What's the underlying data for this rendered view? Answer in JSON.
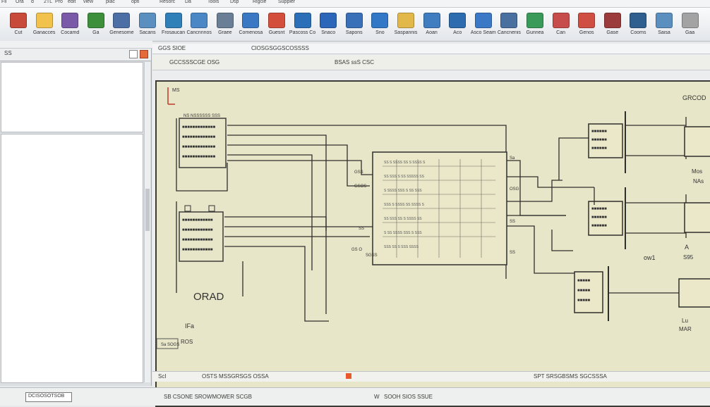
{
  "menu": [
    "Fil",
    "Ora",
    "d",
    "2TL",
    "Pro",
    "edit",
    "view",
    "plac",
    "opti",
    "Resorc",
    "Da",
    "Tools",
    "Dsp",
    "Rigcle",
    "Suppler"
  ],
  "toolbar_items": [
    {
      "icon": "scissors-icon",
      "label": "Cut",
      "color": "#c74a3a"
    },
    {
      "icon": "folder-icon",
      "label": "Ganacces",
      "color": "#f1c24c"
    },
    {
      "icon": "chip-icon",
      "label": "Cocamd",
      "color": "#7a5aa8"
    },
    {
      "icon": "pencil-icon",
      "label": "Ga",
      "color": "#3d8f3c"
    },
    {
      "icon": "gear-icon",
      "label": "Genesome",
      "color": "#4c6fa6"
    },
    {
      "icon": "wire-icon",
      "label": "Sacans",
      "color": "#5a8fbf"
    },
    {
      "icon": "net-icon",
      "label": "Frosaucan",
      "color": "#2f7fb8"
    },
    {
      "icon": "probe-icon",
      "label": "Cancnnnos",
      "color": "#4b87c4"
    },
    {
      "icon": "box-icon",
      "label": "Graee",
      "color": "#6a7f96"
    },
    {
      "icon": "layout-icon",
      "label": "Comenosa",
      "color": "#3b78c3"
    },
    {
      "icon": "route-icon",
      "label": "Guesnt",
      "color": "#d44f3b"
    },
    {
      "icon": "library-icon",
      "label": "Pascoss Co",
      "color": "#2b6fb8"
    },
    {
      "icon": "chart-icon",
      "label": "Snaco",
      "color": "#2c66b8"
    },
    {
      "icon": "doc-icon",
      "label": "Sapons",
      "color": "#3a70b8"
    },
    {
      "icon": "arrow-icon",
      "label": "Sno",
      "color": "#3278c6"
    },
    {
      "icon": "bulb-icon",
      "label": "Saspannis",
      "color": "#e2b84a"
    },
    {
      "icon": "link-icon",
      "label": "Aoan",
      "color": "#3f7cc0"
    },
    {
      "icon": "person-icon",
      "label": "Aco",
      "color": "#2d6cae"
    },
    {
      "icon": "monitor-icon",
      "label": "Asco Seam",
      "color": "#3b78c6"
    },
    {
      "icon": "panel-icon",
      "label": "Cancnenis",
      "color": "#4a70a0"
    },
    {
      "icon": "board-icon",
      "label": "Gunnea",
      "color": "#3a9a5a"
    },
    {
      "icon": "tag-icon",
      "label": "Can",
      "color": "#c74c4c"
    },
    {
      "icon": "car-icon",
      "label": "Genos",
      "color": "#cf4f42"
    },
    {
      "icon": "bag-icon",
      "label": "Gase",
      "color": "#9c3b3b"
    },
    {
      "icon": "glasses-icon",
      "label": "Cooms",
      "color": "#2f5f8e"
    },
    {
      "icon": "cloud-icon",
      "label": "Saisa",
      "color": "#5a8fc0"
    },
    {
      "icon": "lock-icon",
      "label": "Gaa",
      "color": "#a3a3a3"
    }
  ],
  "left_panel": {
    "header": "SS",
    "bottom_label": "DCISOSOTSOB"
  },
  "canvas": {
    "toolbar_left": "GGS SIOE",
    "toolbar_mid": "ClOSGSGGSCOSSSS",
    "doc_title": "GCCSSSCGE OSG",
    "doc_tab": "BSAS ssS CSC",
    "status_left": "ScI",
    "status_mid": "OSTS MSSGRSGS OSSA",
    "status_right": "SPT SRSGBSMS SGCSSSA",
    "bottom_text": "SB CSONE SROWMOWER SCGB",
    "bottom_right": "SOOH SIOS SSUE",
    "bottom_prefix": "W"
  },
  "schematic": {
    "title_block": "ORAD",
    "top_right_label": "GRCOD",
    "refs": {
      "r1": "ROS",
      "ow1": "ow1",
      "a1": "A",
      "s95": "S95",
      "mos": "Mos",
      "nas": "NAs",
      "mar": "MAR",
      "lu": "Lu",
      "ifa": "IFa"
    },
    "small_labels": [
      "Sa",
      "SGSS",
      "GS O",
      "GSS",
      "GSOS",
      "SS"
    ],
    "legend_left": "Sa SOGS",
    "bottom_left": "ROS"
  }
}
